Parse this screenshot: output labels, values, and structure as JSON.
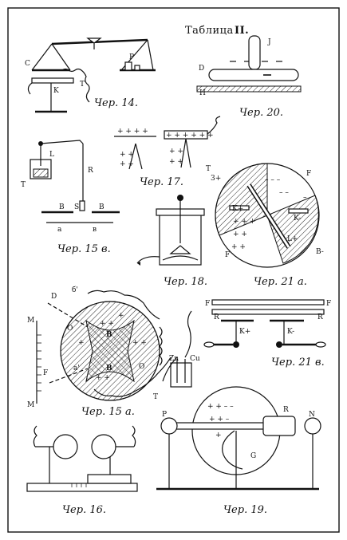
{
  "plate": {
    "title_word": "Таблица",
    "title_num": "II."
  },
  "figures": {
    "f14": {
      "caption": "Чер. 14.",
      "labels": [
        "C",
        "P",
        "K",
        "T"
      ]
    },
    "f20": {
      "caption": "Чер. 20.",
      "labels": [
        "J",
        "D",
        "H"
      ]
    },
    "f15b": {
      "caption": "Чер. 15 в.",
      "labels": [
        "L",
        "T",
        "R",
        "S",
        "B",
        "B",
        "a",
        "в"
      ]
    },
    "f17": {
      "caption": "Чер. 17.",
      "labels": [
        "T",
        "T"
      ]
    },
    "f18": {
      "caption": "Чер. 18."
    },
    "f21a": {
      "caption": "Чер. 21 а.",
      "labels": [
        "3+",
        "F",
        "K+",
        "K-",
        "L+",
        "F",
        "B-"
      ]
    },
    "f15a": {
      "caption": "Чер. 15 а.",
      "labels": [
        "D",
        "б'",
        "M",
        "M",
        "O",
        "B",
        "B",
        "O",
        "F",
        "a'",
        "T",
        "Zn",
        "Cu"
      ]
    },
    "f21b": {
      "caption": "Чер. 21 в.",
      "labels": [
        "F",
        "F",
        "R",
        "R",
        "K+",
        "K-"
      ]
    },
    "f16": {
      "caption": "Чер. 16."
    },
    "f19": {
      "caption": "Чер. 19.",
      "labels": [
        "P",
        "N",
        "R",
        "G"
      ]
    }
  }
}
